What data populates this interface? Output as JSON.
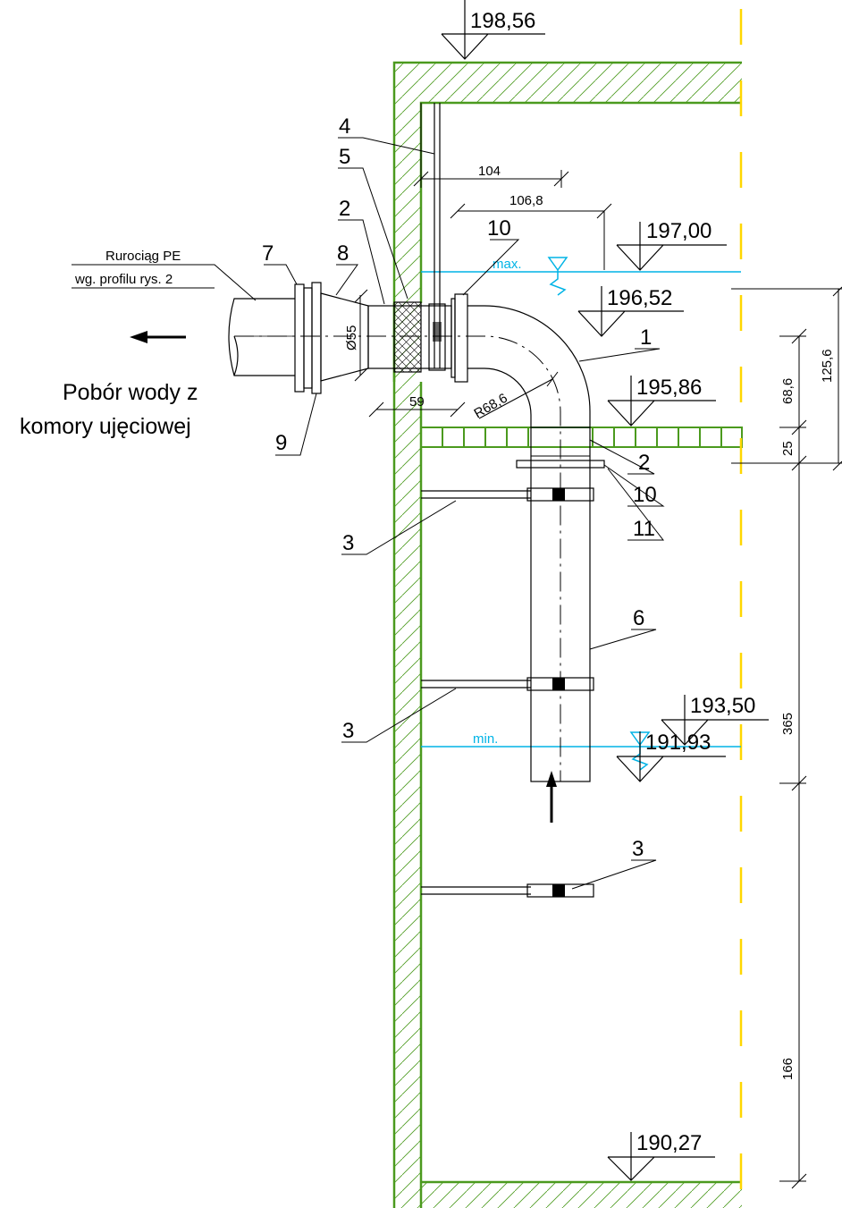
{
  "elevations": {
    "top": "198,56",
    "max_water": "197,00",
    "pipe_axis": "196,52",
    "slab": "195,86",
    "min_water": "193,50",
    "pipe_bottom": "191,93",
    "floor": "190,27"
  },
  "dimensions": {
    "d104": "104",
    "d106_8": "106,8",
    "d59": "59",
    "radius": "R68,6",
    "diameter": "Ø55",
    "d68_6": "68,6",
    "d125_6": "125,6",
    "d25": "25",
    "d365": "365",
    "d166": "166"
  },
  "water_levels": {
    "max": "max.",
    "min": "min."
  },
  "part_labels": {
    "p1": "1",
    "p2a": "2",
    "p2b": "2",
    "p3a": "3",
    "p3b": "3",
    "p3c": "3",
    "p4": "4",
    "p5": "5",
    "p6": "6",
    "p7": "7",
    "p8": "8",
    "p9": "9",
    "p10a": "10",
    "p10b": "10",
    "p11": "11"
  },
  "pipeline_note": {
    "line1": "Rurociąg PE",
    "line2": "wg. profilu rys. 2"
  },
  "flow_caption": {
    "line1": "Pobór wody z",
    "line2": "komory ujęciowej"
  },
  "colors": {
    "wall": "#4b9a1e",
    "water": "#00b4e6",
    "axis": "#ffd700",
    "line": "#000000"
  }
}
